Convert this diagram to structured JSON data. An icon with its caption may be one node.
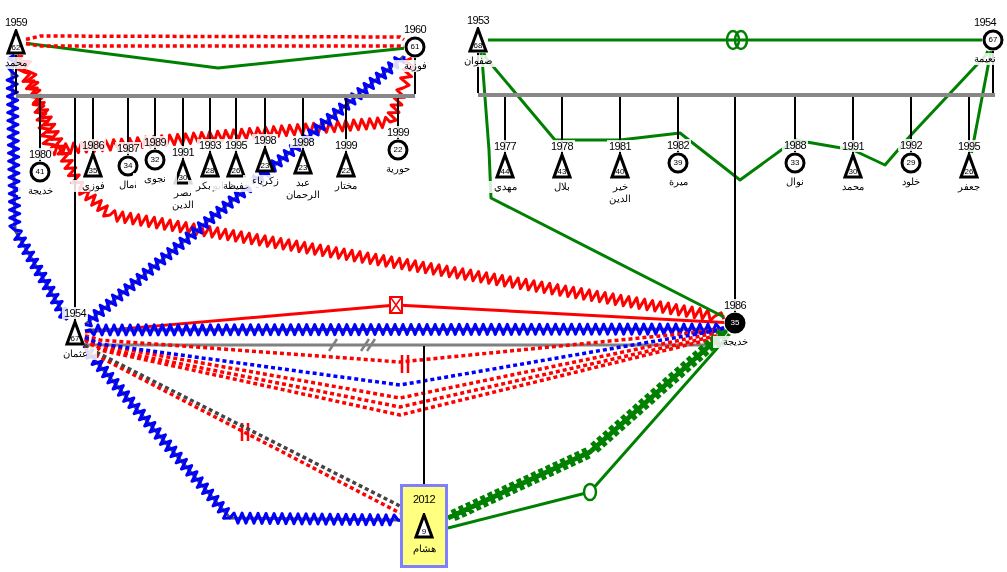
{
  "diagram": {
    "nodes": [
      {
        "text": [
          "62"
        ],
        "beside": [
          "1959",
          "محمد"
        ]
      },
      {
        "text": [
          "61"
        ],
        "beside": [
          "1960",
          "فوزية"
        ]
      },
      {
        "text": [
          "41"
        ],
        "beside": [
          "1980",
          "خديجة"
        ]
      },
      {
        "text": [
          "35"
        ],
        "beside": [
          "1986",
          "فوزي"
        ]
      },
      {
        "text": [
          "34"
        ],
        "beside": [
          "1987",
          "امال"
        ]
      },
      {
        "text": [
          "32"
        ],
        "beside": [
          "1989",
          "نجوى"
        ]
      },
      {
        "text": [
          "30"
        ],
        "beside": [
          "1991",
          "نصر الدين"
        ]
      },
      {
        "text": [
          "28"
        ],
        "beside": [
          "1993",
          "ابو بكر"
        ]
      },
      {
        "text": [
          "26"
        ],
        "beside": [
          "1995",
          "حفيظة"
        ]
      },
      {
        "text": [
          "23"
        ],
        "beside": [
          "1998",
          "زكرياء"
        ]
      },
      {
        "text": [
          "23"
        ],
        "beside": [
          "1998",
          "عبد الرحمان"
        ]
      },
      {
        "text": [
          "22"
        ],
        "beside": [
          "1999",
          "مختار"
        ]
      },
      {
        "text": [
          "22"
        ],
        "beside": [
          "1999",
          "حورية"
        ]
      },
      {
        "text": [
          "67"
        ],
        "beside": [
          "1954",
          "عثمان"
        ]
      },
      {
        "text": [
          "68"
        ],
        "beside": [
          "1953",
          "صفوان"
        ]
      },
      {
        "text": [
          "67"
        ],
        "beside": [
          "1954",
          "نعيمة"
        ]
      },
      {
        "text": [
          "44"
        ],
        "beside": [
          "1977",
          "مهدي"
        ]
      },
      {
        "text": [
          "43"
        ],
        "beside": [
          "1978",
          "بلال"
        ]
      },
      {
        "text": [
          "40"
        ],
        "beside": [
          "1981",
          "خير الدين"
        ]
      },
      {
        "text": [
          "39"
        ],
        "beside": [
          "1982",
          "ميرة"
        ]
      },
      {
        "text": [
          "33"
        ],
        "beside": [
          "1988",
          "نوال"
        ]
      },
      {
        "text": [
          "30"
        ],
        "beside": [
          "1991",
          "محمد"
        ]
      },
      {
        "text": [
          "29"
        ],
        "beside": [
          "1992",
          "خلود"
        ]
      },
      {
        "text": [
          "26"
        ],
        "beside": [
          "1995",
          "جعفر"
        ]
      },
      {
        "text": [
          "35"
        ],
        "beside": [
          "1986",
          "خديجة"
        ]
      },
      {
        "text": [
          "2012",
          "9",
          "هشام"
        ]
      },
      {
        "text": [],
        "shape": "bar"
      },
      {
        "text": [],
        "shape": "bar"
      }
    ],
    "edges": [
      {
        "from": 0,
        "to": 1,
        "arrow": "none",
        "color": "#008000"
      },
      {
        "from": 0,
        "to": 1,
        "arrow": "none",
        "style": "dashed",
        "color": "#ff0000"
      },
      {
        "from": 0,
        "to": 1,
        "arrow": "none",
        "style": "dashed",
        "color": "#ff0000"
      },
      {
        "from": 0,
        "to": 1,
        "arrow": "none",
        "color": "#ff0000"
      },
      {
        "from": 0,
        "to": 24,
        "arrow": "none",
        "color": "#ff0000"
      },
      {
        "from": 0,
        "to": 13,
        "arrow": "none",
        "color": "#0000ff"
      },
      {
        "from": 13,
        "to": 1,
        "arrow": "none",
        "color": "#0000ff"
      },
      {
        "from": 13,
        "to": 24,
        "arrow": "none",
        "color": "#ff0000"
      },
      {
        "from": 13,
        "to": 24,
        "arrow": "none",
        "color": "#0000ff"
      },
      {
        "from": 13,
        "to": 24,
        "arrow": "none",
        "color": "#808080"
      },
      {
        "from": 13,
        "to": 24,
        "arrow": "none",
        "style": "dashed",
        "color": "#ff0000"
      },
      {
        "from": 13,
        "to": 24,
        "arrow": "none",
        "style": "dashed",
        "color": "#ff0000"
      },
      {
        "from": 13,
        "to": 24,
        "arrow": "none",
        "style": "dashed",
        "color": "#ff0000"
      },
      {
        "from": 13,
        "to": 24,
        "arrow": "none",
        "style": "dashed",
        "color": "#ff0000"
      },
      {
        "from": 13,
        "to": 24,
        "arrow": "none",
        "style": "dashed",
        "color": "#0000ff"
      },
      {
        "from": 13,
        "to": 25,
        "arrow": "none",
        "color": "#0000ff"
      },
      {
        "from": 13,
        "to": 25,
        "arrow": "none",
        "style": "dashed",
        "color": "#ff0000"
      },
      {
        "from": 13,
        "to": 25,
        "arrow": "none",
        "style": "dashed",
        "color": "#444444"
      },
      {
        "from": 25,
        "to": 24,
        "arrow": "none",
        "style": "thick",
        "color": "#008000"
      },
      {
        "from": 25,
        "to": 24,
        "arrow": "none",
        "color": "#008000"
      },
      {
        "from": 14,
        "to": 15,
        "arrow": "none",
        "color": "#008000"
      },
      {
        "from": 14,
        "to": 15,
        "arrow": "none",
        "color": "#008000"
      },
      {
        "from": 14,
        "to": 24,
        "arrow": "none",
        "color": "#008000"
      },
      {
        "from": 15,
        "to": 23,
        "arrow": "none",
        "color": "#008000"
      },
      {
        "from": 0,
        "to": 26,
        "arrow": "none"
      },
      {
        "from": 1,
        "to": 26,
        "arrow": "none"
      },
      {
        "from": 26,
        "to": 2,
        "arrow": "none"
      },
      {
        "from": 26,
        "to": 3,
        "arrow": "none"
      },
      {
        "from": 26,
        "to": 4,
        "arrow": "none"
      },
      {
        "from": 26,
        "to": 5,
        "arrow": "none"
      },
      {
        "from": 26,
        "to": 6,
        "arrow": "none"
      },
      {
        "from": 26,
        "to": 7,
        "arrow": "none"
      },
      {
        "from": 26,
        "to": 8,
        "arrow": "none"
      },
      {
        "from": 26,
        "to": 9,
        "arrow": "none"
      },
      {
        "from": 26,
        "to": 10,
        "arrow": "none"
      },
      {
        "from": 26,
        "to": 11,
        "arrow": "none"
      },
      {
        "from": 26,
        "to": 12,
        "arrow": "none"
      },
      {
        "from": 26,
        "to": 13,
        "arrow": "none"
      },
      {
        "from": 14,
        "to": 27,
        "arrow": "none"
      },
      {
        "from": 15,
        "to": 27,
        "arrow": "none"
      },
      {
        "from": 27,
        "to": 16,
        "arrow": "none"
      },
      {
        "from": 27,
        "to": 17,
        "arrow": "none"
      },
      {
        "from": 27,
        "to": 18,
        "arrow": "none"
      },
      {
        "from": 27,
        "to": 19,
        "arrow": "none"
      },
      {
        "from": 27,
        "to": 20,
        "arrow": "none"
      },
      {
        "from": 27,
        "to": 21,
        "arrow": "none"
      },
      {
        "from": 27,
        "to": 22,
        "arrow": "none"
      },
      {
        "from": 27,
        "to": 23,
        "arrow": "none"
      },
      {
        "from": 27,
        "to": 24,
        "arrow": "none"
      },
      {
        "from": null,
        "to": 25,
        "arrow": "none"
      }
    ]
  }
}
